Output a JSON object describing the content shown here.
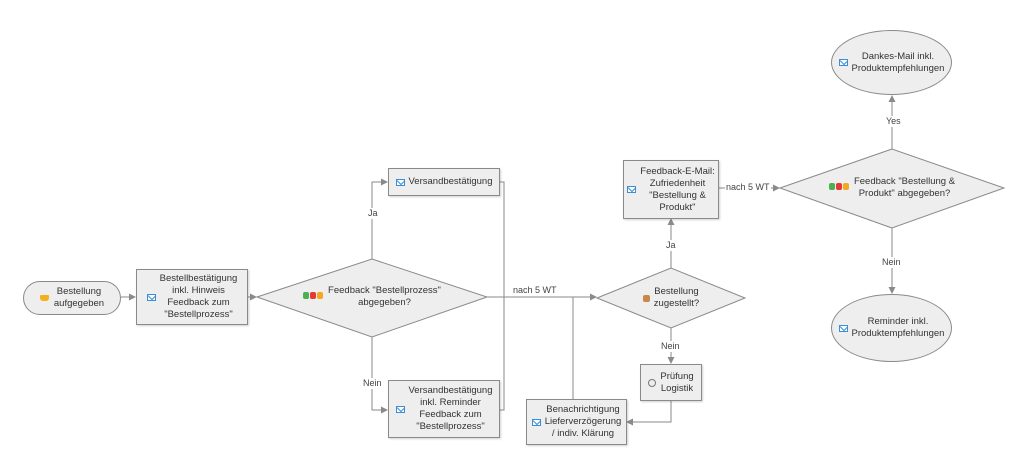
{
  "nodes": {
    "start": {
      "text": "Bestellung\naufgegeben",
      "icon": "cart-icon"
    },
    "bestellbestaetigung": {
      "text": "Bestellbestätigung\ninkl. Hinweis\nFeedback zum\n\"Bestellprozess\"",
      "icon": "mail-icon"
    },
    "feedback_bestellprozess": {
      "text": "Feedback \"Bestellprozess\"\nabgegeben?",
      "icon": "feedback-icon"
    },
    "versandbestaetigung": {
      "text": "Versandbestätigung",
      "icon": "mail-icon"
    },
    "versandbestaetigung_reminder": {
      "text": "Versandbestätigung\ninkl. Reminder\nFeedback zum\n\"Bestellprozess\"",
      "icon": "mail-icon"
    },
    "bestellung_zugestellt": {
      "text": "Bestellung\nzugestellt?",
      "icon": "package-icon"
    },
    "pruefung_logistik": {
      "text": "Prüfung\nLogistik",
      "icon": "magnifier-icon"
    },
    "benachrichtigung": {
      "text": "Benachrichtigung\nLieferverzögerung\n/ indiv. Klärung",
      "icon": "mail-icon"
    },
    "feedback_email": {
      "text": "Feedback-E-Mail:\nZufriedenheit\n\"Bestellung &\nProdukt\"",
      "icon": "mail-icon"
    },
    "feedback_produkt": {
      "text": "Feedback \"Bestellung &\nProdukt\" abgegeben?",
      "icon": "feedback-icon"
    },
    "dankes_mail": {
      "text": "Dankes-Mail inkl.\nProduktempfehlungen",
      "icon": "mail-icon"
    },
    "reminder": {
      "text": "Reminder inkl.\nProduktempfehlungen",
      "icon": "mail-icon"
    }
  },
  "edge_labels": {
    "ja_1": "Ja",
    "nein_1": "Nein",
    "nach_5wt_1": "nach 5 WT",
    "ja_2": "Ja",
    "nein_2": "Nein",
    "nach_5wt_2": "nach 5 WT",
    "yes": "Yes",
    "nein_3": "Nein"
  },
  "colors": {
    "node_fill": "#eeeeee",
    "node_border": "#8a8a8a",
    "edge": "#8a8a8a",
    "mail_icon": "#3a8fd6",
    "cart_icon": "#f2b01e",
    "thumb_up": "#4caf50",
    "thumb_down": "#e53935",
    "hand": "#f5a623"
  }
}
